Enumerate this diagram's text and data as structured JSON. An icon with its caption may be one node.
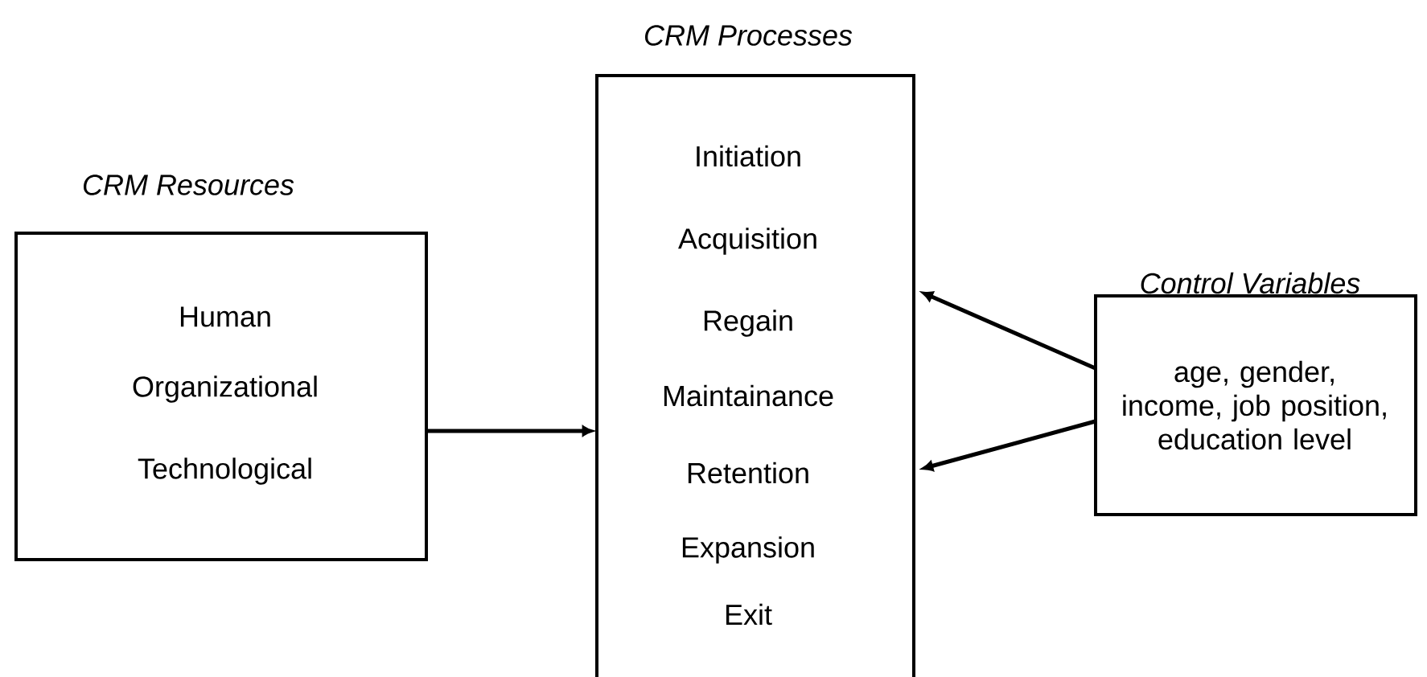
{
  "diagram": {
    "nodes": [
      {
        "text": [
          "CRM Resources",
          "Human",
          "Organizational",
          "Technological"
        ]
      },
      {
        "text": [
          "CRM Processes",
          "Initiation",
          "Acquisition",
          "Regain",
          "Maintainance",
          "Retention",
          "Expansion",
          "Exit"
        ]
      },
      {
        "text": [
          "Control Variables",
          "age, gender, income, job position, education level"
        ]
      }
    ],
    "edges": [
      {
        "from": 0,
        "to": 1,
        "arrow": "to"
      },
      {
        "from": 2,
        "to": 1,
        "arrow": "to"
      },
      {
        "from": 2,
        "to": 1,
        "arrow": "to"
      }
    ]
  }
}
